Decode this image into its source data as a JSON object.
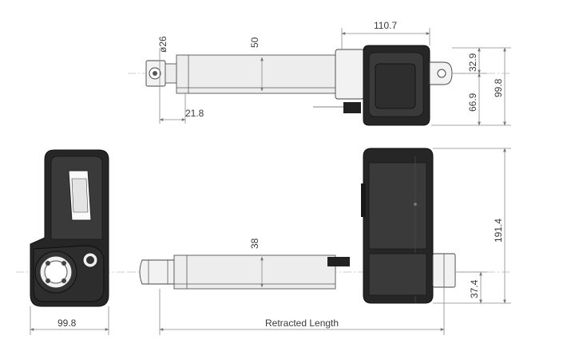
{
  "dimensions": {
    "rod_eye_diameter": "ø26",
    "stroke_top": "50",
    "housing_length": "110.7",
    "eye_offset": "32.9",
    "housing_height": "99.8",
    "housing_lower": "66.9",
    "eye_length": "21.8",
    "total_height": "191.4",
    "rod_diameter": "38",
    "bracket_offset": "37.4",
    "front_width": "99.8",
    "retracted_length": "Retracted Length"
  }
}
